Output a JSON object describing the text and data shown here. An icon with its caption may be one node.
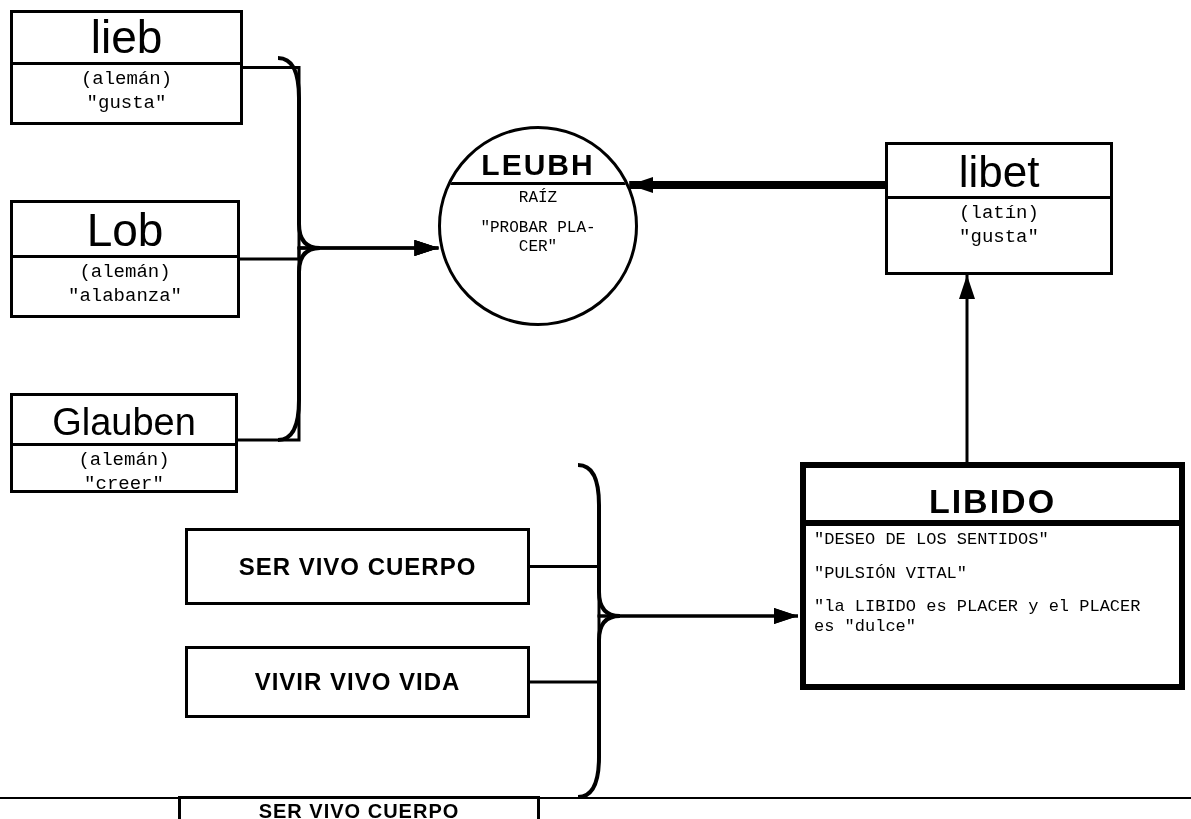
{
  "diagram": {
    "nodes": [
      {
        "text": [
          "lieb",
          "(alemán)",
          "\"gusta\""
        ]
      },
      {
        "text": [
          "Lob",
          "(alemán)",
          "\"alabanza\""
        ]
      },
      {
        "text": [
          "Glauben",
          "(alemán)",
          "\"creer\""
        ]
      },
      {
        "text": [
          "LEUBH",
          "RAÍZ",
          "\"PROBAR PLA- CER\""
        ]
      },
      {
        "text": [
          "libet",
          "(latín)",
          "\"gusta\""
        ]
      },
      {
        "text": [
          "SER VIVO CUERPO"
        ]
      },
      {
        "text": [
          "VIVIR VIVO VIDA"
        ]
      },
      {
        "text": [
          "LIBIDO",
          "\"DESEO DE LOS SENTIDOS\"",
          "\"PULSIÓN VITAL\"",
          "\"la LIBIDO es PLACER y el PLACER es \"dulce\""
        ]
      },
      {
        "text": [
          "SER VIVO CUERPO"
        ]
      }
    ],
    "edges": [
      {
        "from": 0,
        "to": 3,
        "arrow": "to"
      },
      {
        "from": 1,
        "to": 3,
        "arrow": "to"
      },
      {
        "from": 2,
        "to": 3,
        "arrow": "to"
      },
      {
        "from": 4,
        "to": 3,
        "arrow": "to",
        "style": "thick"
      },
      {
        "from": 7,
        "to": 4,
        "arrow": "to"
      },
      {
        "from": 5,
        "to": 7,
        "arrow": "to"
      },
      {
        "from": 6,
        "to": 7,
        "arrow": "to"
      }
    ]
  }
}
